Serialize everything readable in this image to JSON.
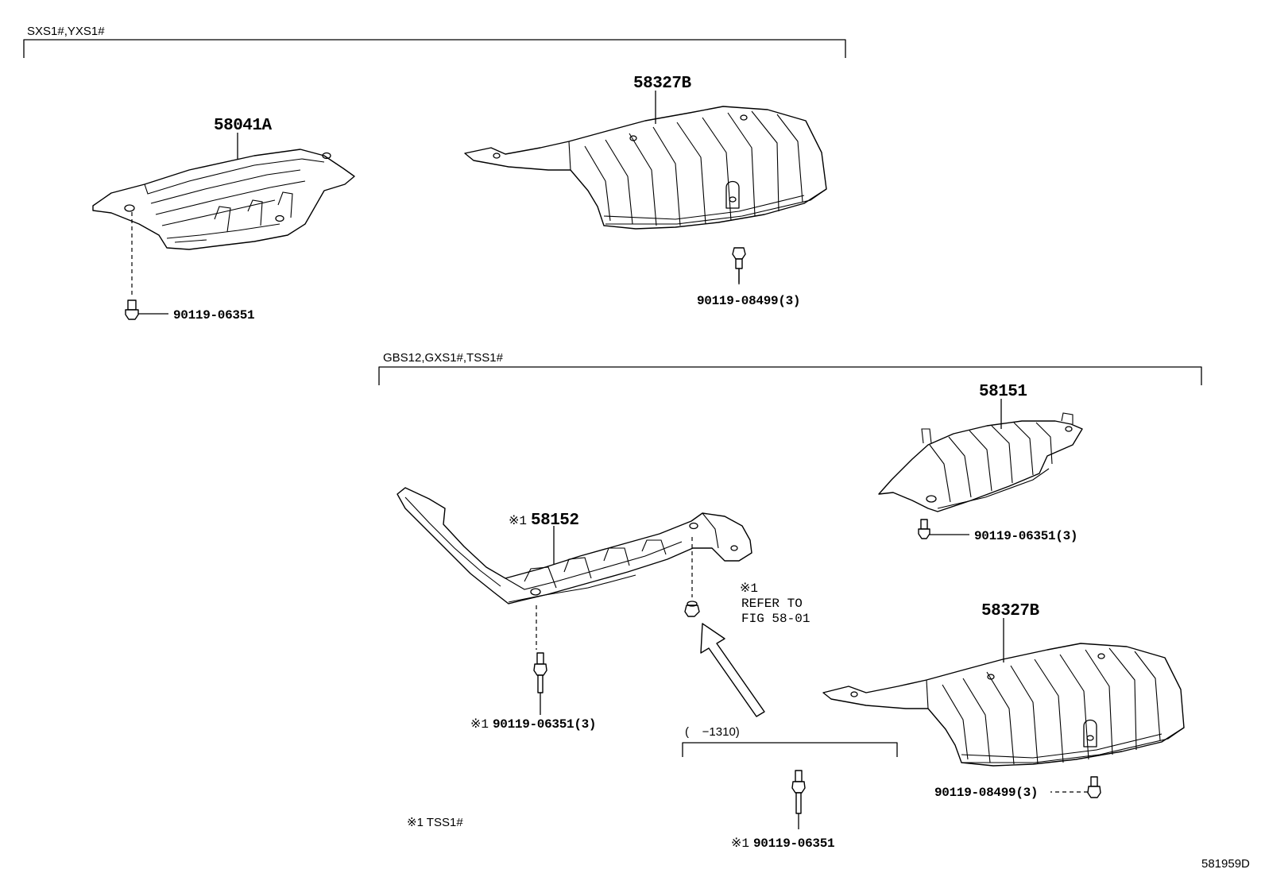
{
  "groups": [
    {
      "id": "group-top",
      "label": "SXS1#,YXS1#"
    },
    {
      "id": "group-bottom",
      "label": "GBS12,GXS1#,TSS1#"
    },
    {
      "id": "group-date",
      "label": "(    −1310)"
    }
  ],
  "parts": {
    "p58041A": "58041A",
    "p58327B_top": "58327B",
    "p58151": "58151",
    "p58152": "58152",
    "p58152_mark": "※1",
    "p58327B_bottom": "58327B"
  },
  "bolts": {
    "b_top_left": "90119-06351",
    "b_top_right": "90119-08499(3)",
    "b_58151": "90119-06351(3)",
    "b_58152": "90119-06351(3)",
    "b_58152_mark": "※1",
    "b_bottom_center": "90119-06351",
    "b_bottom_center_mark": "※1",
    "b_bottom_right": "90119-08499(3)"
  },
  "notes": {
    "refer_mark": "※1",
    "refer_line1": "REFER TO",
    "refer_line2": "FIG 58-01",
    "footnote": "※1 TSS1#"
  },
  "figure_id": "581959D"
}
